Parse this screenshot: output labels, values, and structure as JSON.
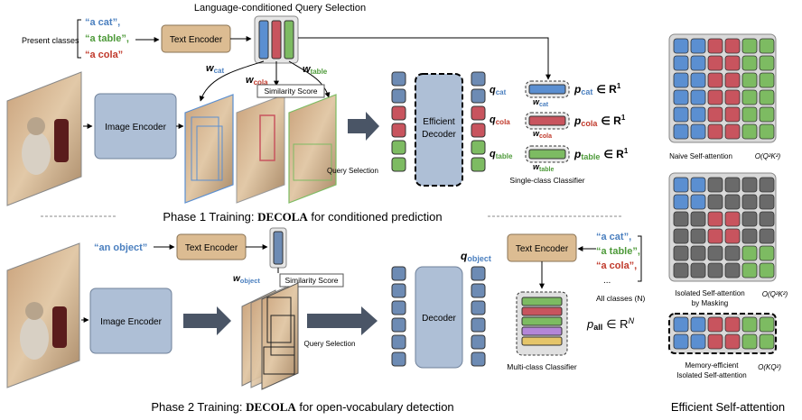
{
  "phase1": {
    "query_title": "Language-conditioned Query Selection",
    "present_classes_label": "Present classes",
    "class_cat": "“a cat”,",
    "class_table": "“a table”,",
    "class_cola": "“a cola”",
    "text_encoder": "Text Encoder",
    "image_encoder": "Image Encoder",
    "similarity": "Similarity Score",
    "query_selection": "Query Selection",
    "decoder_line1": "Efficient",
    "decoder_line2": "Decoder",
    "w_cat": "w",
    "w_cat_sub": "cat",
    "w_cola": "w",
    "w_cola_sub": "cola",
    "w_table": "w",
    "w_table_sub": "table",
    "q_cat": "q",
    "q_cat_sub": "cat",
    "q_cola": "q",
    "q_cola_sub": "cola",
    "q_table": "q",
    "q_table_sub": "table",
    "p_cat": "p",
    "p_cat_sub": "cat",
    "p_cola": "p",
    "p_cola_sub": "cola",
    "p_table": "p",
    "p_table_sub": "table",
    "in_r1": "∈ R",
    "sup1": "1",
    "classifier": "Single-class Classifier",
    "caption_prefix": "Phase 1 Training: ",
    "caption_bold": "DECOLA",
    "caption_suffix": " for conditioned prediction"
  },
  "phase2": {
    "object_label": "“an object”",
    "text_encoder": "Text Encoder",
    "image_encoder": "Image Encoder",
    "w_object": "w",
    "w_object_sub": "object",
    "similarity": "Similarity Score",
    "query_selection": "Query Selection",
    "decoder": "Decoder",
    "q_object": "q",
    "q_object_sub": "object",
    "text_encoder_right": "Text Encoder",
    "class_cat": "“a cat”,",
    "class_table": "“a table”,",
    "class_cola": "“a cola”,",
    "ellipsis": "...",
    "all_classes": "All classes (N)",
    "p_all": "p",
    "p_all_sub": "all",
    "in_rn": "∈ R",
    "sup_n": "N",
    "classifier": "Multi-class Classifier",
    "caption_prefix": "Phase 2 Training: ",
    "caption_bold": "DECOLA",
    "caption_suffix": " for open-vocabulary detection"
  },
  "attention": {
    "naive_label": "Naive Self-attention",
    "naive_complexity": "O(Q²K²)",
    "isolated_line1": "Isolated Self-attention",
    "isolated_line2": "by Masking",
    "isolated_complexity": "O(Q²K²)",
    "memory_line1": "Memory-efficient",
    "memory_line2": "Isolated Self-attention",
    "memory_complexity": "O(KQ²)",
    "title": "Efficient Self-attention"
  },
  "colors": {
    "blue": "#5b8fd1",
    "red": "#c8545e",
    "green": "#7dbb62",
    "gray": "#6a6a6a",
    "encoder": "#dcbc92",
    "image_encoder": "#aebfd6",
    "token": "#6d8bb4",
    "purple": "#b486d8",
    "yellow": "#e5c56a",
    "text_blue": "#4a7fbf",
    "text_green": "#4e9a3a",
    "text_red": "#c0392b"
  }
}
